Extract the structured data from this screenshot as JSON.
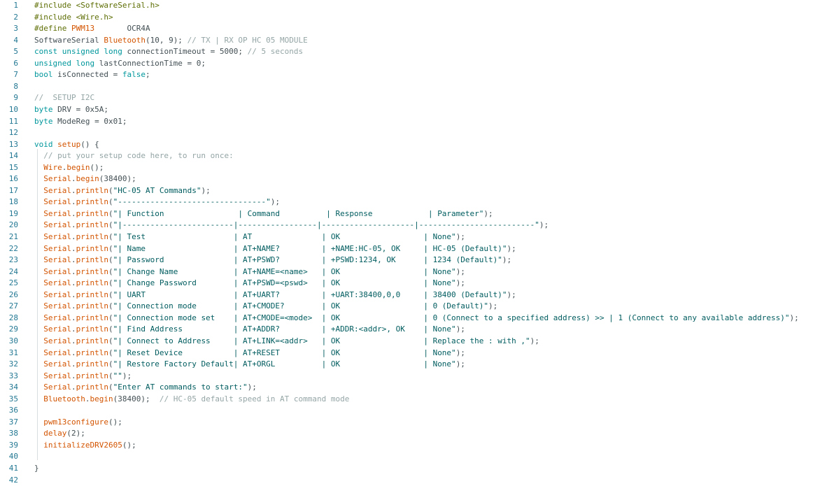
{
  "editor": {
    "lines": [
      {
        "num": "1",
        "tokens": [
          {
            "t": "#include",
            "c": "p"
          },
          {
            "t": " <SoftwareSerial.h>",
            "c": "p"
          }
        ]
      },
      {
        "num": "2",
        "tokens": [
          {
            "t": "#include",
            "c": "p"
          },
          {
            "t": " <Wire.h>",
            "c": "p"
          }
        ]
      },
      {
        "num": "3",
        "tokens": [
          {
            "t": "#define",
            "c": "p"
          },
          {
            "t": " ",
            "c": "n"
          },
          {
            "t": "PWM13",
            "c": "f"
          },
          {
            "t": "       OCR4A",
            "c": "n"
          }
        ]
      },
      {
        "num": "4",
        "tokens": [
          {
            "t": "SoftwareSerial ",
            "c": "n"
          },
          {
            "t": "Bluetooth",
            "c": "f"
          },
          {
            "t": "(10, 9); ",
            "c": "n"
          },
          {
            "t": "// TX | RX OP HC 05 MODULE",
            "c": "c"
          }
        ]
      },
      {
        "num": "5",
        "tokens": [
          {
            "t": "const unsigned long",
            "c": "k"
          },
          {
            "t": " connectionTimeout = 5000; ",
            "c": "n"
          },
          {
            "t": "// 5 seconds",
            "c": "c"
          }
        ]
      },
      {
        "num": "6",
        "tokens": [
          {
            "t": "unsigned long",
            "c": "k"
          },
          {
            "t": " lastConnectionTime = 0;",
            "c": "n"
          }
        ]
      },
      {
        "num": "7",
        "tokens": [
          {
            "t": "bool",
            "c": "k"
          },
          {
            "t": " isConnected = ",
            "c": "n"
          },
          {
            "t": "false",
            "c": "k"
          },
          {
            "t": ";",
            "c": "n"
          }
        ]
      },
      {
        "num": "8",
        "tokens": []
      },
      {
        "num": "9",
        "tokens": [
          {
            "t": "//  SETUP I2C",
            "c": "c"
          }
        ]
      },
      {
        "num": "10",
        "tokens": [
          {
            "t": "byte",
            "c": "k"
          },
          {
            "t": " DRV = 0x5A;",
            "c": "n"
          }
        ]
      },
      {
        "num": "11",
        "tokens": [
          {
            "t": "byte",
            "c": "k"
          },
          {
            "t": " ModeReg = 0x01;",
            "c": "n"
          }
        ]
      },
      {
        "num": "12",
        "tokens": []
      },
      {
        "num": "13",
        "tokens": [
          {
            "t": "void",
            "c": "k"
          },
          {
            "t": " ",
            "c": "n"
          },
          {
            "t": "setup",
            "c": "f"
          },
          {
            "t": "() {",
            "c": "n"
          }
        ]
      },
      {
        "num": "14",
        "tokens": [
          {
            "t": "  ",
            "c": "n"
          },
          {
            "t": "// put your setup code here, to run once:",
            "c": "c"
          }
        ]
      },
      {
        "num": "15",
        "tokens": [
          {
            "t": "  ",
            "c": "n"
          },
          {
            "t": "Wire",
            "c": "f"
          },
          {
            "t": ".",
            "c": "n"
          },
          {
            "t": "begin",
            "c": "f"
          },
          {
            "t": "();",
            "c": "n"
          }
        ]
      },
      {
        "num": "16",
        "tokens": [
          {
            "t": "  ",
            "c": "n"
          },
          {
            "t": "Serial",
            "c": "f"
          },
          {
            "t": ".",
            "c": "n"
          },
          {
            "t": "begin",
            "c": "f"
          },
          {
            "t": "(38400);",
            "c": "n"
          }
        ]
      },
      {
        "num": "17",
        "tokens": [
          {
            "t": "  ",
            "c": "n"
          },
          {
            "t": "Serial",
            "c": "f"
          },
          {
            "t": ".",
            "c": "n"
          },
          {
            "t": "println",
            "c": "f"
          },
          {
            "t": "(",
            "c": "n"
          },
          {
            "t": "\"HC-05 AT Commands\"",
            "c": "s"
          },
          {
            "t": ");",
            "c": "n"
          }
        ]
      },
      {
        "num": "18",
        "tokens": [
          {
            "t": "  ",
            "c": "n"
          },
          {
            "t": "Serial",
            "c": "f"
          },
          {
            "t": ".",
            "c": "n"
          },
          {
            "t": "println",
            "c": "f"
          },
          {
            "t": "(",
            "c": "n"
          },
          {
            "t": "\"--------------------------------\"",
            "c": "s"
          },
          {
            "t": ");",
            "c": "n"
          }
        ]
      },
      {
        "num": "19",
        "tokens": [
          {
            "t": "  ",
            "c": "n"
          },
          {
            "t": "Serial",
            "c": "f"
          },
          {
            "t": ".",
            "c": "n"
          },
          {
            "t": "println",
            "c": "f"
          },
          {
            "t": "(",
            "c": "n"
          },
          {
            "t": "\"| Function                | Command          | Response            | Parameter\"",
            "c": "s"
          },
          {
            "t": ");",
            "c": "n"
          }
        ]
      },
      {
        "num": "20",
        "tokens": [
          {
            "t": "  ",
            "c": "n"
          },
          {
            "t": "Serial",
            "c": "f"
          },
          {
            "t": ".",
            "c": "n"
          },
          {
            "t": "println",
            "c": "f"
          },
          {
            "t": "(",
            "c": "n"
          },
          {
            "t": "\"|------------------------|-----------------|--------------------|-------------------------\"",
            "c": "s"
          },
          {
            "t": ");",
            "c": "n"
          }
        ]
      },
      {
        "num": "21",
        "tokens": [
          {
            "t": "  ",
            "c": "n"
          },
          {
            "t": "Serial",
            "c": "f"
          },
          {
            "t": ".",
            "c": "n"
          },
          {
            "t": "println",
            "c": "f"
          },
          {
            "t": "(",
            "c": "n"
          },
          {
            "t": "\"| Test                   | AT               | OK                  | None\"",
            "c": "s"
          },
          {
            "t": ");",
            "c": "n"
          }
        ]
      },
      {
        "num": "22",
        "tokens": [
          {
            "t": "  ",
            "c": "n"
          },
          {
            "t": "Serial",
            "c": "f"
          },
          {
            "t": ".",
            "c": "n"
          },
          {
            "t": "println",
            "c": "f"
          },
          {
            "t": "(",
            "c": "n"
          },
          {
            "t": "\"| Name                   | AT+NAME?         | +NAME:HC-05, OK     | HC-05 (Default)\"",
            "c": "s"
          },
          {
            "t": ");",
            "c": "n"
          }
        ]
      },
      {
        "num": "23",
        "tokens": [
          {
            "t": "  ",
            "c": "n"
          },
          {
            "t": "Serial",
            "c": "f"
          },
          {
            "t": ".",
            "c": "n"
          },
          {
            "t": "println",
            "c": "f"
          },
          {
            "t": "(",
            "c": "n"
          },
          {
            "t": "\"| Password               | AT+PSWD?         | +PSWD:1234, OK      | 1234 (Default)\"",
            "c": "s"
          },
          {
            "t": ");",
            "c": "n"
          }
        ]
      },
      {
        "num": "24",
        "tokens": [
          {
            "t": "  ",
            "c": "n"
          },
          {
            "t": "Serial",
            "c": "f"
          },
          {
            "t": ".",
            "c": "n"
          },
          {
            "t": "println",
            "c": "f"
          },
          {
            "t": "(",
            "c": "n"
          },
          {
            "t": "\"| Change Name            | AT+NAME=<name>   | OK                  | None\"",
            "c": "s"
          },
          {
            "t": ");",
            "c": "n"
          }
        ]
      },
      {
        "num": "25",
        "tokens": [
          {
            "t": "  ",
            "c": "n"
          },
          {
            "t": "Serial",
            "c": "f"
          },
          {
            "t": ".",
            "c": "n"
          },
          {
            "t": "println",
            "c": "f"
          },
          {
            "t": "(",
            "c": "n"
          },
          {
            "t": "\"| Change Password        | AT+PSWD=<pswd>   | OK                  | None\"",
            "c": "s"
          },
          {
            "t": ");",
            "c": "n"
          }
        ]
      },
      {
        "num": "26",
        "tokens": [
          {
            "t": "  ",
            "c": "n"
          },
          {
            "t": "Serial",
            "c": "f"
          },
          {
            "t": ".",
            "c": "n"
          },
          {
            "t": "println",
            "c": "f"
          },
          {
            "t": "(",
            "c": "n"
          },
          {
            "t": "\"| UART                   | AT+UART?         | +UART:38400,0,0     | 38400 (Default)\"",
            "c": "s"
          },
          {
            "t": ");",
            "c": "n"
          }
        ]
      },
      {
        "num": "27",
        "tokens": [
          {
            "t": "  ",
            "c": "n"
          },
          {
            "t": "Serial",
            "c": "f"
          },
          {
            "t": ".",
            "c": "n"
          },
          {
            "t": "println",
            "c": "f"
          },
          {
            "t": "(",
            "c": "n"
          },
          {
            "t": "\"| Connection mode        | AT+CMODE?        | OK                  | 0 (Default)\"",
            "c": "s"
          },
          {
            "t": ");",
            "c": "n"
          }
        ]
      },
      {
        "num": "28",
        "tokens": [
          {
            "t": "  ",
            "c": "n"
          },
          {
            "t": "Serial",
            "c": "f"
          },
          {
            "t": ".",
            "c": "n"
          },
          {
            "t": "println",
            "c": "f"
          },
          {
            "t": "(",
            "c": "n"
          },
          {
            "t": "\"| Connection mode set    | AT+CMODE=<mode>  | OK                  | 0 (Connect to a specified address) >> | 1 (Connect to any available address)\"",
            "c": "s"
          },
          {
            "t": ");",
            "c": "n"
          }
        ]
      },
      {
        "num": "29",
        "tokens": [
          {
            "t": "  ",
            "c": "n"
          },
          {
            "t": "Serial",
            "c": "f"
          },
          {
            "t": ".",
            "c": "n"
          },
          {
            "t": "println",
            "c": "f"
          },
          {
            "t": "(",
            "c": "n"
          },
          {
            "t": "\"| Find Address           | AT+ADDR?         | +ADDR:<addr>, OK    | None\"",
            "c": "s"
          },
          {
            "t": ");",
            "c": "n"
          }
        ]
      },
      {
        "num": "30",
        "tokens": [
          {
            "t": "  ",
            "c": "n"
          },
          {
            "t": "Serial",
            "c": "f"
          },
          {
            "t": ".",
            "c": "n"
          },
          {
            "t": "println",
            "c": "f"
          },
          {
            "t": "(",
            "c": "n"
          },
          {
            "t": "\"| Connect to Address     | AT+LINK=<addr>   | OK                  | Replace the : with ,\"",
            "c": "s"
          },
          {
            "t": ");",
            "c": "n"
          }
        ]
      },
      {
        "num": "31",
        "tokens": [
          {
            "t": "  ",
            "c": "n"
          },
          {
            "t": "Serial",
            "c": "f"
          },
          {
            "t": ".",
            "c": "n"
          },
          {
            "t": "println",
            "c": "f"
          },
          {
            "t": "(",
            "c": "n"
          },
          {
            "t": "\"| Reset Device           | AT+RESET         | OK                  | None\"",
            "c": "s"
          },
          {
            "t": ");",
            "c": "n"
          }
        ]
      },
      {
        "num": "32",
        "tokens": [
          {
            "t": "  ",
            "c": "n"
          },
          {
            "t": "Serial",
            "c": "f"
          },
          {
            "t": ".",
            "c": "n"
          },
          {
            "t": "println",
            "c": "f"
          },
          {
            "t": "(",
            "c": "n"
          },
          {
            "t": "\"| Restore Factory Default| AT+ORGL          | OK                  | None\"",
            "c": "s"
          },
          {
            "t": ");",
            "c": "n"
          }
        ]
      },
      {
        "num": "33",
        "tokens": [
          {
            "t": "  ",
            "c": "n"
          },
          {
            "t": "Serial",
            "c": "f"
          },
          {
            "t": ".",
            "c": "n"
          },
          {
            "t": "println",
            "c": "f"
          },
          {
            "t": "(",
            "c": "n"
          },
          {
            "t": "\"\"",
            "c": "s"
          },
          {
            "t": ");",
            "c": "n"
          }
        ]
      },
      {
        "num": "34",
        "tokens": [
          {
            "t": "  ",
            "c": "n"
          },
          {
            "t": "Serial",
            "c": "f"
          },
          {
            "t": ".",
            "c": "n"
          },
          {
            "t": "println",
            "c": "f"
          },
          {
            "t": "(",
            "c": "n"
          },
          {
            "t": "\"Enter AT commands to start:\"",
            "c": "s"
          },
          {
            "t": ");",
            "c": "n"
          }
        ]
      },
      {
        "num": "35",
        "tokens": [
          {
            "t": "  ",
            "c": "n"
          },
          {
            "t": "Bluetooth",
            "c": "f"
          },
          {
            "t": ".",
            "c": "n"
          },
          {
            "t": "begin",
            "c": "f"
          },
          {
            "t": "(38400);  ",
            "c": "n"
          },
          {
            "t": "// HC-05 default speed in AT command mode",
            "c": "c"
          }
        ]
      },
      {
        "num": "36",
        "tokens": []
      },
      {
        "num": "37",
        "tokens": [
          {
            "t": "  ",
            "c": "n"
          },
          {
            "t": "pwm13configure",
            "c": "f"
          },
          {
            "t": "();",
            "c": "n"
          }
        ]
      },
      {
        "num": "38",
        "tokens": [
          {
            "t": "  ",
            "c": "n"
          },
          {
            "t": "delay",
            "c": "f"
          },
          {
            "t": "(2);",
            "c": "n"
          }
        ]
      },
      {
        "num": "39",
        "tokens": [
          {
            "t": "  ",
            "c": "n"
          },
          {
            "t": "initializeDRV2605",
            "c": "f"
          },
          {
            "t": "();",
            "c": "n"
          }
        ]
      },
      {
        "num": "40",
        "tokens": []
      },
      {
        "num": "41",
        "tokens": [
          {
            "t": "}",
            "c": "n"
          }
        ]
      },
      {
        "num": "42",
        "tokens": []
      }
    ]
  }
}
